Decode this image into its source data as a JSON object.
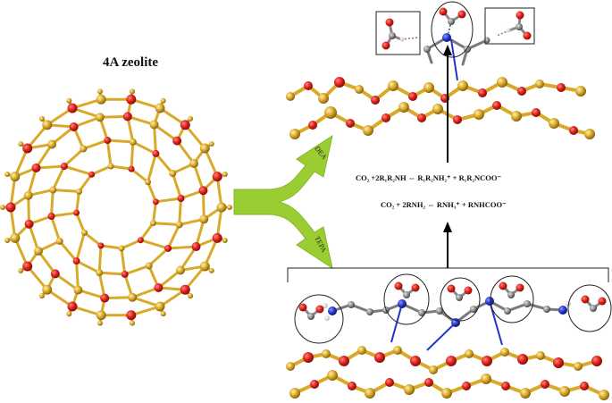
{
  "title": "4A zeolite",
  "arrow_labels": {
    "upper": "DEA",
    "lower": "TEPA"
  },
  "equations": {
    "eq1": "CO₂ +2R₁R₂NH  ⇔  R₁R₂NH₂⁺ + R₁R₂NCOO⁻",
    "eq2": "CO₂ + 2RNH₂  ⇔  RNH₃⁺ + RNHCOO⁻"
  },
  "colors": {
    "oxygen": "#e0201c",
    "silicon": "#d9a928",
    "carbon": "#8a8a8a",
    "nitrogen": "#2233cc",
    "hydrogen": "#f2f2f2",
    "arrow_green": "#9acd32"
  }
}
